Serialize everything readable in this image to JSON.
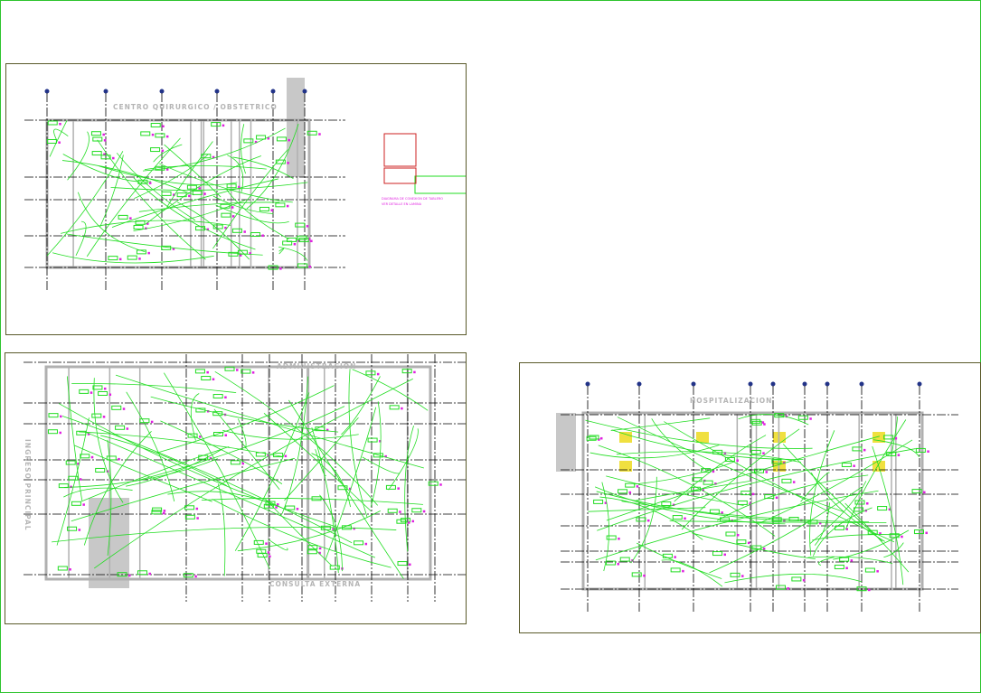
{
  "drawing": {
    "colors": {
      "wiring": "#22dd22",
      "outlets": "#e01fe0",
      "walls": "#b0b0b0",
      "grid": "#000000",
      "accent": "#cc2222",
      "frame": "#5a5a2a",
      "glass": "#66d6dd",
      "fixtures": "#f0e040"
    },
    "panels": [
      {
        "title": "CENTRO QUIRURGICO / OBSTETRICO",
        "note_1": "DIAGRAMA DE CONEXION DE TABLERO",
        "note_2": "VER DETALLE EN LAMINA"
      },
      {
        "title": "ADMINISTRACION",
        "title_2": "CONSULTA EXTERNA",
        "title_3": "INGRESO PRINCIPAL"
      },
      {
        "title": "HOSPITALIZACION"
      }
    ]
  }
}
